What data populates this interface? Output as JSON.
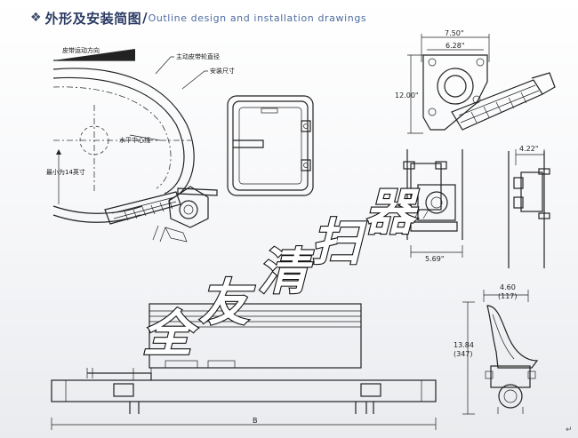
{
  "heading": {
    "bullet": "❖",
    "title_cn": "外形及安装简图",
    "separator": "/",
    "title_en": "Outline design and installation drawings"
  },
  "labels": {
    "belt_direction": "皮带运动方向",
    "pulley_diameter": "主动皮带轮直径",
    "install_size": "安装尺寸",
    "horizontal_centerline": "水平中心线",
    "min_size": "最小为14英寸"
  },
  "dimensions": {
    "top_width_outer": "7.50\"",
    "top_width_inner": "6.28\"",
    "top_height": "12.00\"",
    "side_width": "5.69\"",
    "end_width": "4.22\"",
    "blade_width": "4.60",
    "blade_width_mm": "(117)",
    "blade_height": "13.84",
    "blade_height_mm": "(347)",
    "base_length": "B"
  },
  "watermark": {
    "chars": [
      "全",
      "友",
      "清",
      "扫",
      "器"
    ]
  },
  "colors": {
    "heading": "#2a3a62",
    "heading_en": "#4e6ca0",
    "line": "#222222"
  }
}
